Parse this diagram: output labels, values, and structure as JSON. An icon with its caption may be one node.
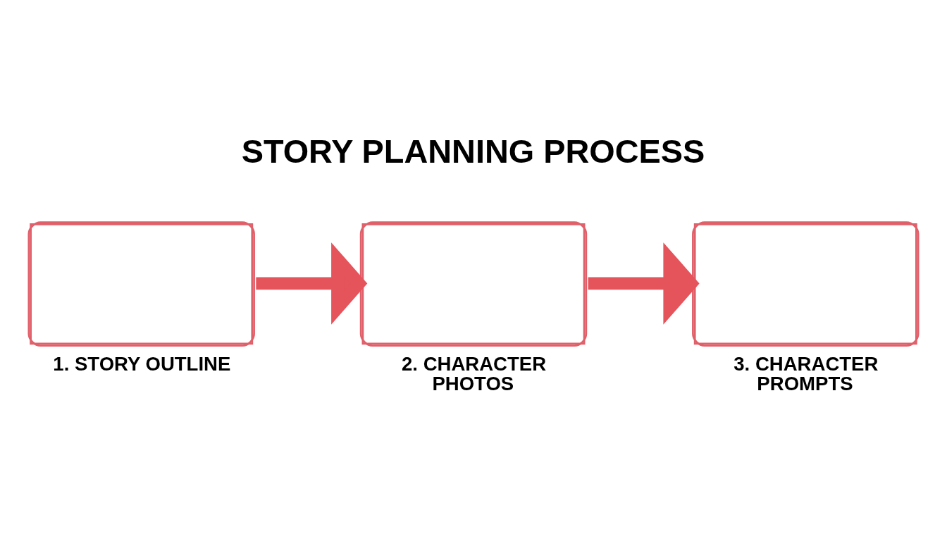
{
  "diagram": {
    "title": "STORY PLANNING PROCESS",
    "nodes": [
      {
        "text": [
          "1. STORY OUTLINE"
        ]
      },
      {
        "text": [
          "2. CHARACTER PHOTOS"
        ]
      },
      {
        "text": [
          "3. CHARACTER PROMPTS"
        ]
      }
    ],
    "edges": [
      {
        "from": 0,
        "to": 1,
        "arrow": "to"
      },
      {
        "from": 1,
        "to": 2,
        "arrow": "to"
      }
    ]
  }
}
